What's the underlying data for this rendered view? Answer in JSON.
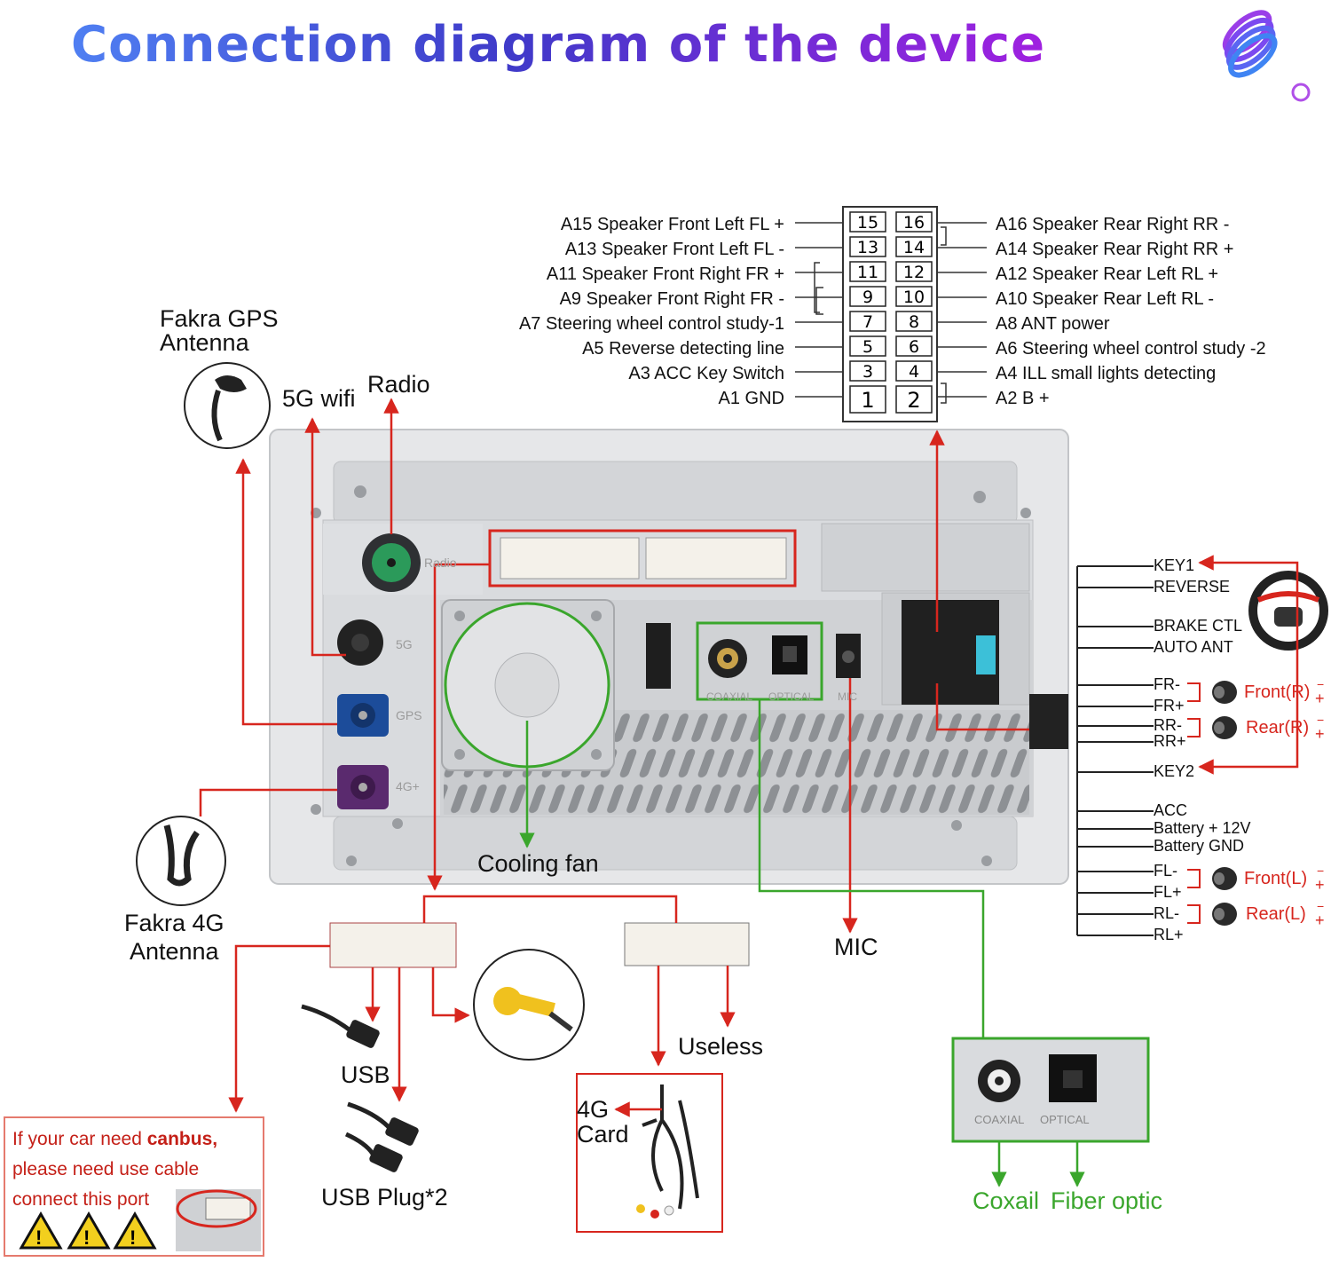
{
  "title": "Connection diagram of the device",
  "colors": {
    "wire_red": "#d7261e",
    "wire_green": "#3aa62c",
    "title_start": "#4f7ff2",
    "title_end": "#a020e0"
  },
  "icons": [
    "spiral-logo-icon",
    "steering-wheel-icon",
    "speaker-icon",
    "warning-icon",
    "usb-cable-icon",
    "rca-plug-icon",
    "antenna-icon"
  ],
  "pins": {
    "left": [
      "A15 Speaker Front Left FL +",
      "A13 Speaker Front Left FL -",
      "A11 Speaker Front Right FR +",
      "A9 Speaker Front Right FR -",
      "A7 Steering wheel control study-1",
      "A5 Reverse detecting line",
      "A3 ACC Key Switch",
      "A1 GND"
    ],
    "right": [
      "A16 Speaker Rear Right RR -",
      "A14 Speaker Rear Right RR +",
      "A12 Speaker Rear Left RL +",
      "A10 Speaker Rear Left RL -",
      "A8   ANT power",
      "A6   Steering wheel control study -2",
      "A4   ILL small lights detecting",
      "A2   B +"
    ],
    "numbers_left": [
      "15",
      "13",
      "11",
      "9",
      "7",
      "5",
      "3",
      "1"
    ],
    "numbers_right": [
      "16",
      "14",
      "12",
      "10",
      "8",
      "6",
      "4",
      "2"
    ]
  },
  "labels": {
    "fakra_gps": "Fakra GPS\nAntenna",
    "wifi": "5G wifi",
    "radio": "Radio",
    "fakra_4g": "Fakra 4G\nAntenna",
    "cooling_fan": "Cooling fan",
    "mic": "MIC",
    "usb": "USB",
    "usb_plug": "USB Plug*2",
    "useless": "Useless",
    "card_4g": "4G\nCard",
    "coaxial": "Coxail",
    "fiber_optic": "Fiber optic"
  },
  "panel_labels": {
    "radio": "Radio",
    "fiveg": "5G",
    "gps": "GPS",
    "fourg": "4G+",
    "coaxial": "COAXIAL",
    "optical": "OPTICAL",
    "mic": "MIC"
  },
  "harness": {
    "group1": [
      "KEY1",
      "REVERSE"
    ],
    "group2": [
      "BRAKE CTL",
      "AUTO ANT"
    ],
    "speakers1": [
      "FR-",
      "FR+",
      "RR-",
      "RR+"
    ],
    "key2": "KEY2",
    "group3": [
      "ACC",
      "Battery + 12V",
      "Battery GND"
    ],
    "speakers2": [
      "FL-",
      "FL+",
      "RL-",
      "RL+"
    ],
    "speaker_names": [
      "Front(R)",
      "Rear(R)",
      "Front(L)",
      "Rear(L)"
    ]
  },
  "canbus": {
    "line1_pre": "If your car need ",
    "line1_bold": "canbus,",
    "line2": "please need use cable",
    "line3": "connect this port"
  }
}
